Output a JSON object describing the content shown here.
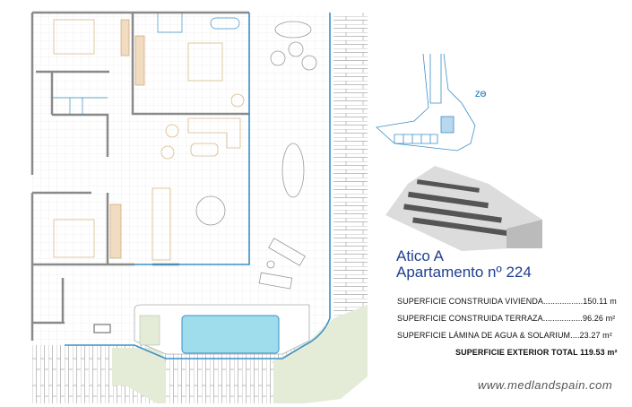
{
  "title": {
    "line1": "Atico A",
    "line2": "Apartamento nº 224"
  },
  "surfaces": [
    {
      "label": "SUPERFICIE CONSTRUIDA VIVIENDA.................150.11 m"
    },
    {
      "label": "SUPERFICIE CONSTRUIDA TERRAZA.................96.26 m²"
    },
    {
      "label": "SUPERFICIE LÁMINA DE AGUA & SOLARIUM....23.27 m²"
    }
  ],
  "total": "SUPERFICIE EXTERIOR TOTAL 119.53 m²",
  "website": "www.medlandspain.com",
  "north_marker": "ZΘ",
  "colors": {
    "title": "#1f3f8f",
    "glass": "#3a8fc8",
    "pool": "#9fdcec",
    "wall": "#8a8a8a",
    "furniture": "#d9b98a",
    "garden": "#e4ecd8"
  }
}
